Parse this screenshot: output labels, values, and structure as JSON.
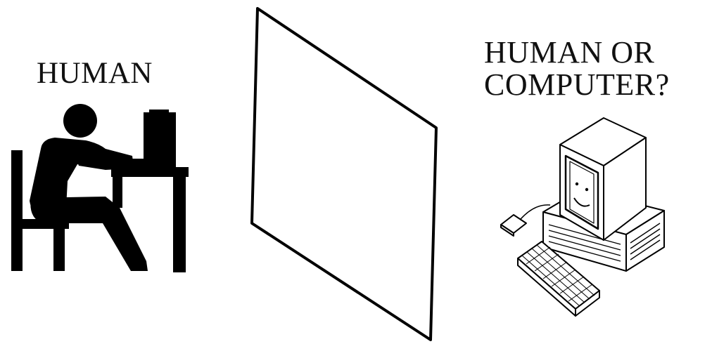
{
  "figure": {
    "human_label": "HUMAN",
    "question_label_line1": "HUMAN OR",
    "question_label_line2": "COMPUTER?",
    "ink_color": "#000000",
    "background_color": "#ffffff",
    "icons": [
      "person-at-desk-icon",
      "screen-partition",
      "computer-icon"
    ]
  }
}
